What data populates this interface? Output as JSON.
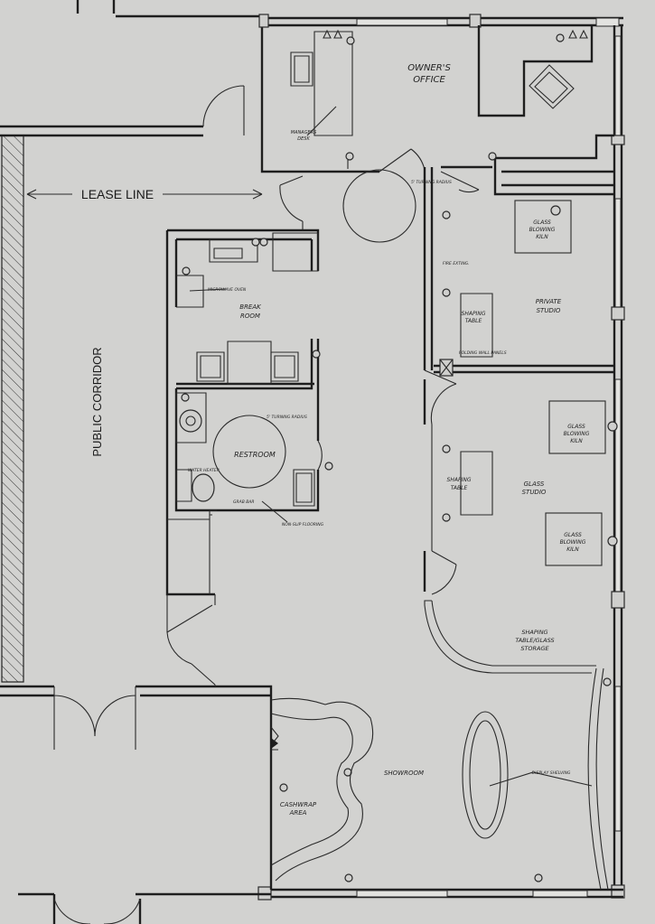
{
  "labels": {
    "lease_line": "LEASE LINE",
    "public_corridor": "PUBLIC CORRIDOR",
    "owners_office_1": "OWNER'S",
    "owners_office_2": "OFFICE",
    "managers_desk_1": "MANAGERS",
    "managers_desk_2": "DESK",
    "break_room_1": "BREAK",
    "break_room_2": "ROOM",
    "restroom": "RESTROOM",
    "glass_kiln_1_a": "GLASS",
    "glass_kiln_1_b": "BLOWING",
    "glass_kiln_1_c": "KILN",
    "private_studio_1": "PRIVATE",
    "private_studio_2": "STUDIO",
    "shaping_table_1_a": "SHAPING",
    "shaping_table_1_b": "TABLE",
    "glass_kiln_2_a": "GLASS",
    "glass_kiln_2_b": "BLOWING",
    "glass_kiln_2_c": "KILN",
    "glass_studio_1": "GLASS",
    "glass_studio_2": "STUDIO",
    "shaping_table_2_a": "SHAPING",
    "shaping_table_2_b": "TABLE",
    "glass_kiln_3_a": "GLASS",
    "glass_kiln_3_b": "BLOWING",
    "glass_kiln_3_c": "KILN",
    "storage_1": "SHAPING",
    "storage_2": "TABLE/GLASS",
    "storage_3": "STORAGE",
    "showroom": "SHOWROOM",
    "cashwrap_1": "CASHWRAP",
    "cashwrap_2": "AREA",
    "turning_radius_1": "5' TURNING RADIUS",
    "turning_radius_2": "5' TURNING RADIUS",
    "microwave": "MICROWAVE OVEN",
    "fire_exting": "FIRE EXTING.",
    "folding_wall": "FOLDING WALL PANELS",
    "water_heater": "WATER HEATER",
    "grab_bar": "GRAB BAR",
    "non_slip": "NON-SLIP FLOORING",
    "display_case": "DISPLAY SHELVING"
  },
  "colors": {
    "paper": "#d2d2d0",
    "line": "#1e1e1e"
  }
}
